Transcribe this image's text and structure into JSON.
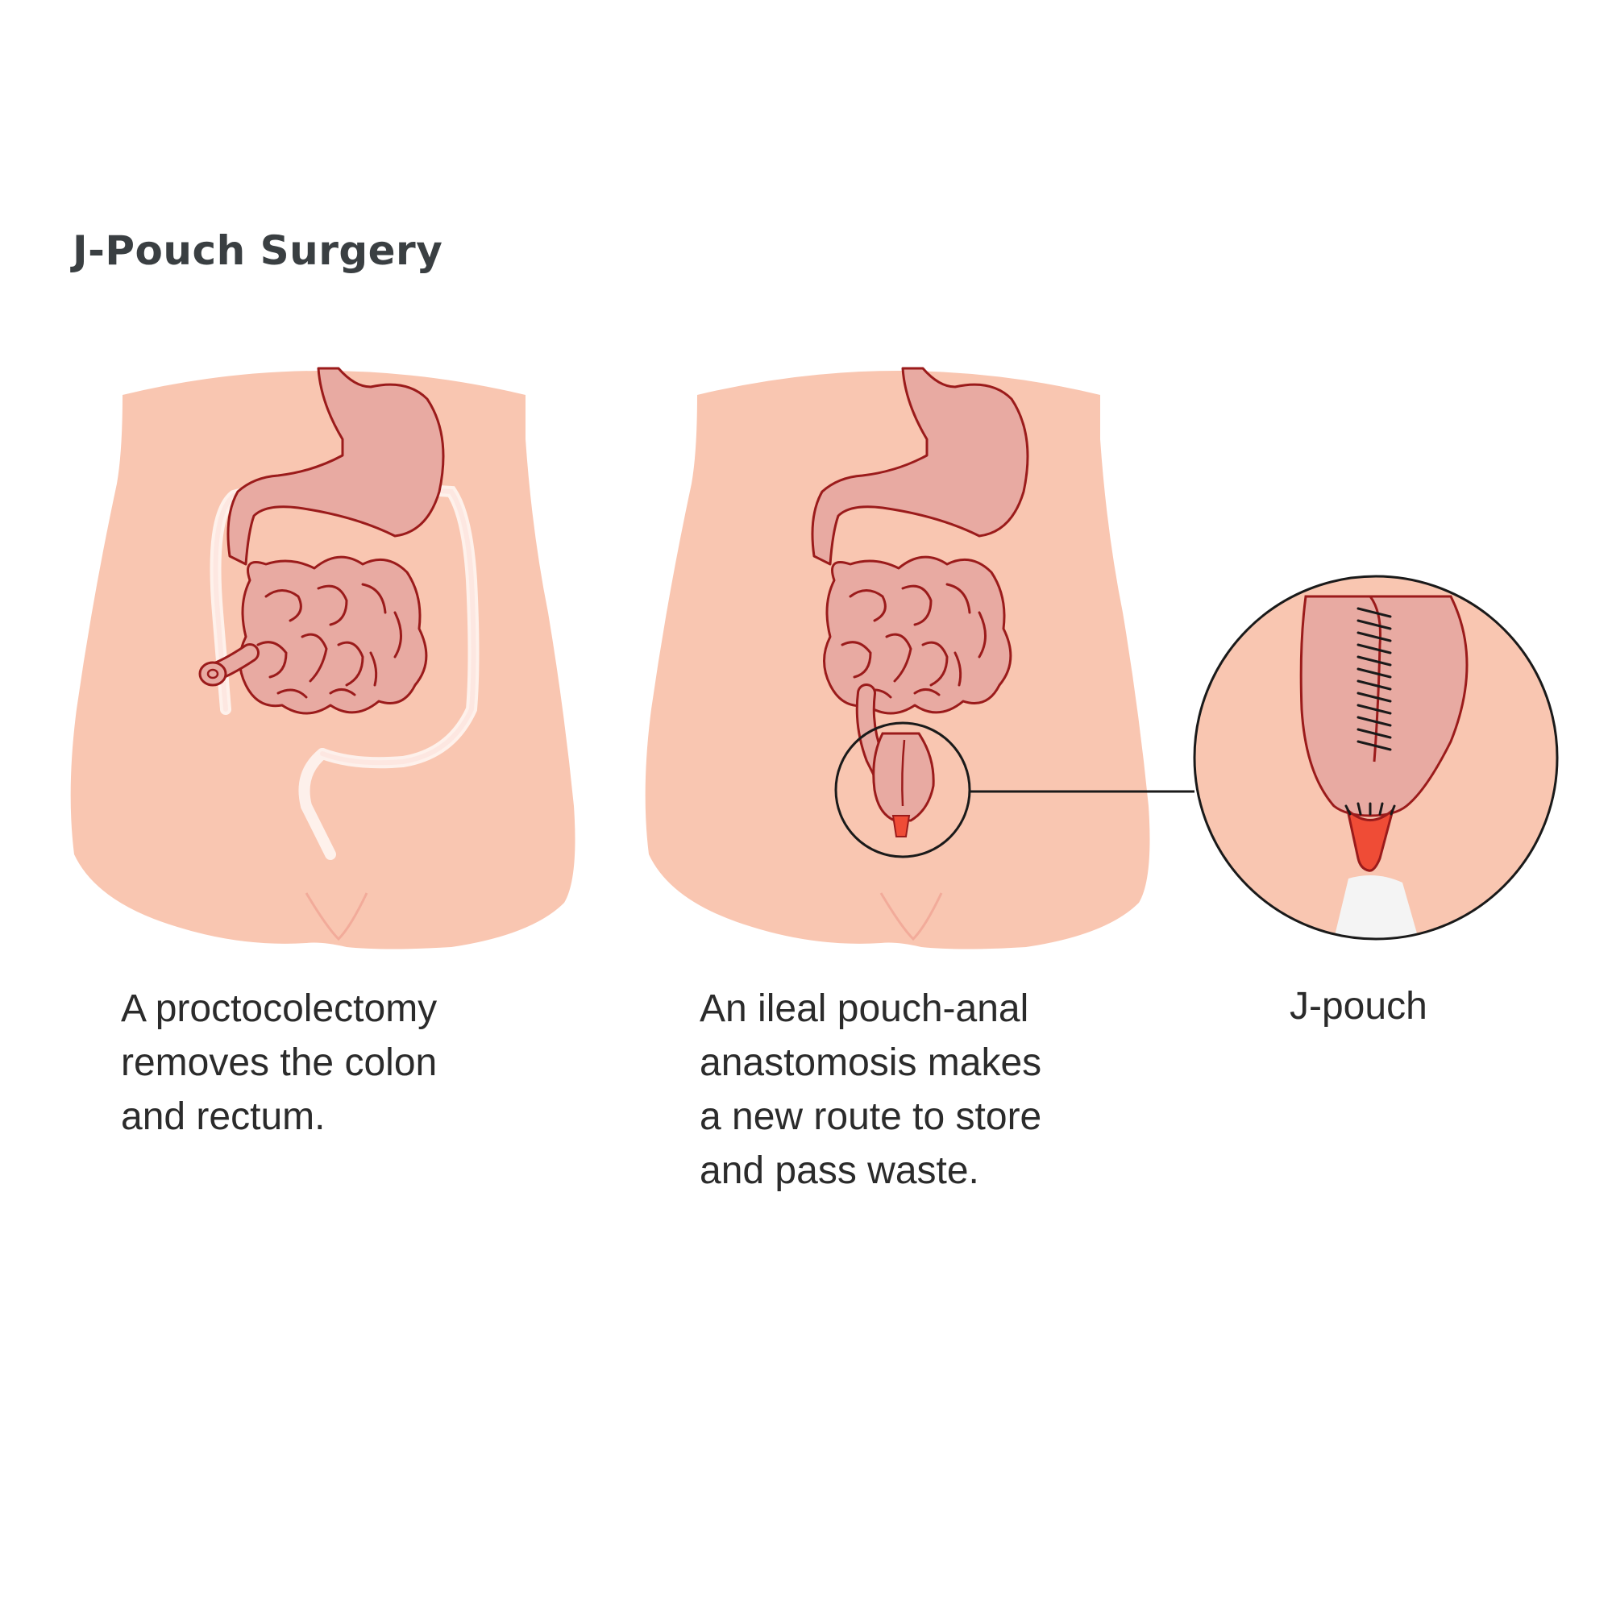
{
  "title": "J-Pouch Surgery",
  "panels": [
    {
      "id": "proctocolectomy",
      "caption_lines": [
        "A proctocolectomy",
        "removes the colon",
        "and rectum."
      ]
    },
    {
      "id": "ileal-pouch-anal-anastomosis",
      "caption_lines": [
        "An ileal pouch-anal",
        "anastomosis makes",
        "a new route to store",
        "and pass waste."
      ]
    },
    {
      "id": "j-pouch-detail",
      "caption_lines": [
        "J-pouch"
      ]
    }
  ],
  "colors": {
    "skin": "#f9c6b1",
    "organ_fill": "#e8aaa2",
    "organ_stroke": "#9b1b1b",
    "anus_fill": "#ef4c36",
    "removed_colon": "#fde6e0"
  }
}
